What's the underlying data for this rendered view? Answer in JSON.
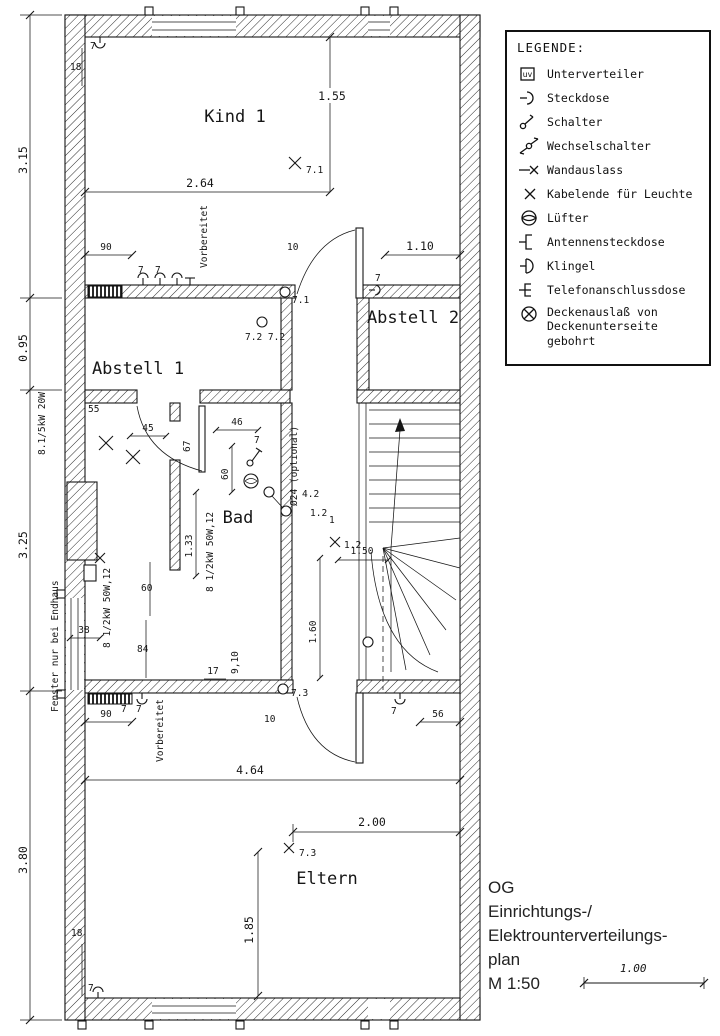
{
  "plan": {
    "rooms": {
      "kind1": "Kind 1",
      "abstell2": "Abstell 2",
      "abstell1": "Abstell 1",
      "bad": "Bad",
      "eltern": "Eltern"
    },
    "dims": {
      "v315": "3.15",
      "v095": "0.95",
      "v325": "3.25",
      "v380": "3.80",
      "w264": "2.64",
      "v155": "1.55",
      "w90": "90",
      "w110": "1.10",
      "n10": "10",
      "n7": "7",
      "n18": "18",
      "w55": "55",
      "w45": "45",
      "w46": "46",
      "v67": "67",
      "n60": "60",
      "v133": "1.33",
      "w150": "1.50",
      "v160": "1.60",
      "v84": "84",
      "w38": "38",
      "w17": "17",
      "v910": "9,10",
      "w56": "56",
      "w464": "4.64",
      "w200": "2.00",
      "v185": "1.85"
    },
    "circuits": {
      "c71": "7.1",
      "c72": "7.2 7.2",
      "c73": "7.3",
      "c42": "4.2",
      "c12": "1.2",
      "c1": "1"
    },
    "notes": {
      "vorbereitet": "Vorbereitet",
      "fenster": "Fenster nur bei Endhaus",
      "kw_left": "8.1/5kW 20W",
      "kw_bad": "8 1/2kW 50W,12",
      "optional": "Ø24 (optional)"
    }
  },
  "legend": {
    "title": "LEGENDE:",
    "uv": "uv",
    "items": [
      {
        "label": "Unterverteiler"
      },
      {
        "label": "Steckdose"
      },
      {
        "label": "Schalter"
      },
      {
        "label": "Wechselschalter"
      },
      {
        "label": "Wandauslass"
      },
      {
        "label": "Kabelende für Leuchte"
      },
      {
        "label": "Lüfter"
      },
      {
        "label": "Antennensteckdose"
      },
      {
        "label": "Klingel"
      },
      {
        "label": "Telefonanschlussdose"
      },
      {
        "label": "Deckenauslaß von Deckenunterseite gebohrt"
      }
    ]
  },
  "titleblock": {
    "lines": [
      "OG",
      "Einrichtungs-/",
      "Elektrounterverteilungs-",
      "plan",
      "M 1:50"
    ],
    "scale": "1.00"
  }
}
